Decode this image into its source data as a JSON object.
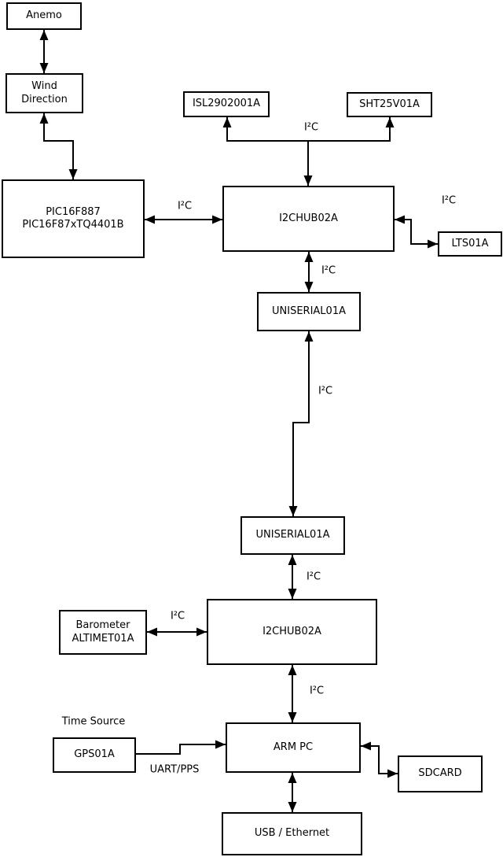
{
  "nodes": {
    "anemo": {
      "label": "Anemo"
    },
    "wind_direction": {
      "label": "Wind\nDirection"
    },
    "pic": {
      "label": "PIC16F887\nPIC16F87xTQ4401B"
    },
    "isl": {
      "label": "ISL2902001A"
    },
    "sht": {
      "label": "SHT25V01A"
    },
    "hub1": {
      "label": "I2CHUB02A"
    },
    "lts": {
      "label": "LTS01A"
    },
    "uniserial1": {
      "label": "UNISERIAL01A"
    },
    "uniserial2": {
      "label": "UNISERIAL01A"
    },
    "barometer": {
      "label": "Barometer\nALTIMET01A"
    },
    "hub2": {
      "label": "I2CHUB02A"
    },
    "arm_pc": {
      "label": "ARM PC"
    },
    "gps": {
      "label": "GPS01A"
    },
    "sdcard": {
      "label": "SDCARD"
    },
    "usb_ethernet": {
      "label": "USB / Ethernet"
    }
  },
  "edge_labels": {
    "i2c_sensor_bus": "I²C",
    "i2c_pic_hub1": "I²C",
    "i2c_hub1_lts": "I²C",
    "i2c_hub1_uniserial1": "I²C",
    "i2c_uniserial_link": "I²C",
    "i2c_uniserial2_hub2": "I²C",
    "i2c_barometer_hub2": "I²C",
    "i2c_hub2_armpc": "I²C",
    "uart_pps": "UART/PPS",
    "time_source": "Time Source"
  },
  "colors": {
    "line": "#000000",
    "box_border": "#000000",
    "box_fill": "#ffffff",
    "background": "#ffffff"
  }
}
